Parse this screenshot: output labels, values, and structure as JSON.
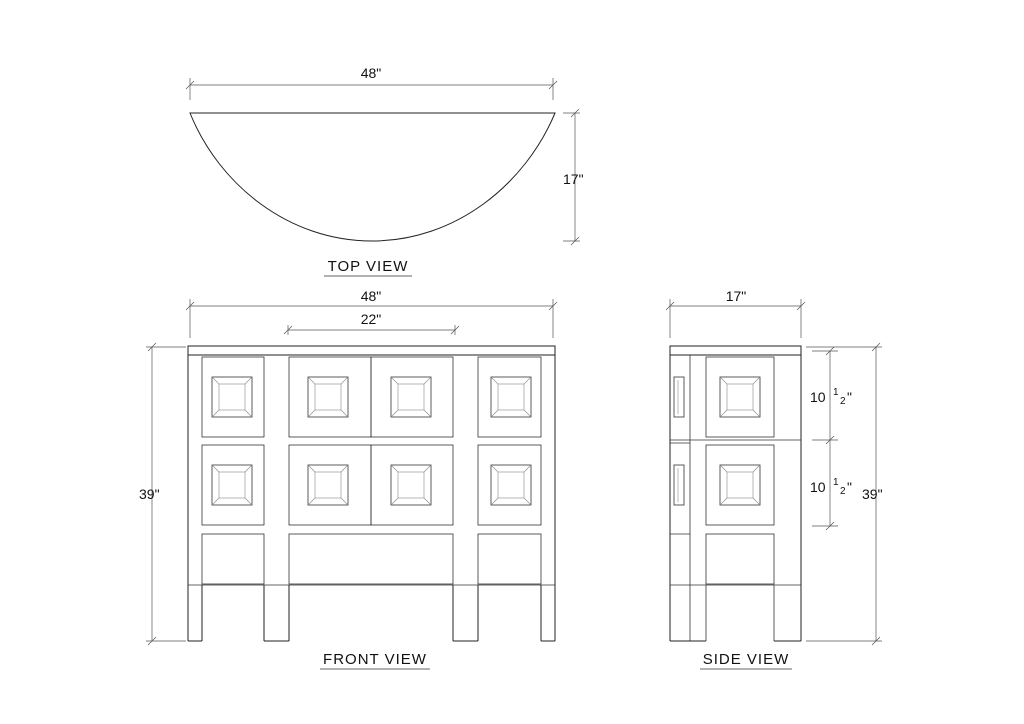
{
  "views": {
    "top": {
      "title": "TOP VIEW",
      "width_label": "48\"",
      "depth_label": "17\""
    },
    "front": {
      "title": "FRONT VIEW",
      "width_label": "48\"",
      "center_label": "22\"",
      "height_label": "39\""
    },
    "side": {
      "title": "SIDE VIEW",
      "depth_label": "17\"",
      "height_label": "39\"",
      "drawer_label_1": {
        "whole": "10",
        "num": "1",
        "den": "2",
        "unit": "\""
      },
      "drawer_label_2": {
        "whole": "10",
        "num": "1",
        "den": "2",
        "unit": "\""
      }
    }
  },
  "colors": {
    "line": "#222222",
    "dimension": "#555555",
    "background": "#ffffff"
  }
}
